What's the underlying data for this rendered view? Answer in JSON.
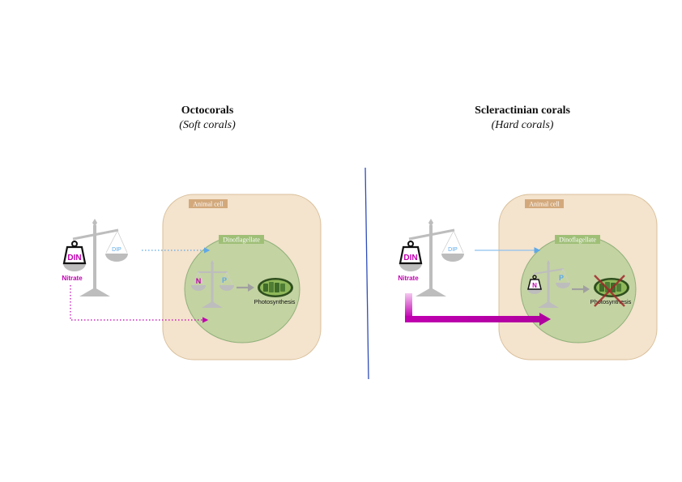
{
  "left_panel": {
    "title": "Octocorals",
    "subtitle": "(Soft corals)",
    "animal_cell_label": "Animal cell",
    "dinoflagellate_label": "Dinoflagellate",
    "din_label": "DIN",
    "dip_label": "DIP",
    "nitrate_label": "Nitrate",
    "n_label": "N",
    "p_label": "P",
    "photosynthesis_label": "Photosynthesis"
  },
  "right_panel": {
    "title": "Scleractinian corals",
    "subtitle": "(Hard corals)",
    "animal_cell_label": "Animal cell",
    "dinoflagellate_label": "Dinoflagellate",
    "din_label": "DIN",
    "dip_label": "DIP",
    "nitrate_label": "Nitrate",
    "n_label": "N",
    "p_label": "P",
    "photosynthesis_label": "Photosynthesis"
  },
  "colors": {
    "animal_cell": "#f4e3cd",
    "animal_cell_border": "#d9bf9a",
    "dinoflagellate": "#c4d3a2",
    "dinoflagellate_border": "#8fb07a",
    "nitrate": "#c000b0",
    "dip": "#5ea8e8",
    "scale": "#bdbdbd",
    "divider": "#2e4db8",
    "cross": "#a0282b"
  }
}
